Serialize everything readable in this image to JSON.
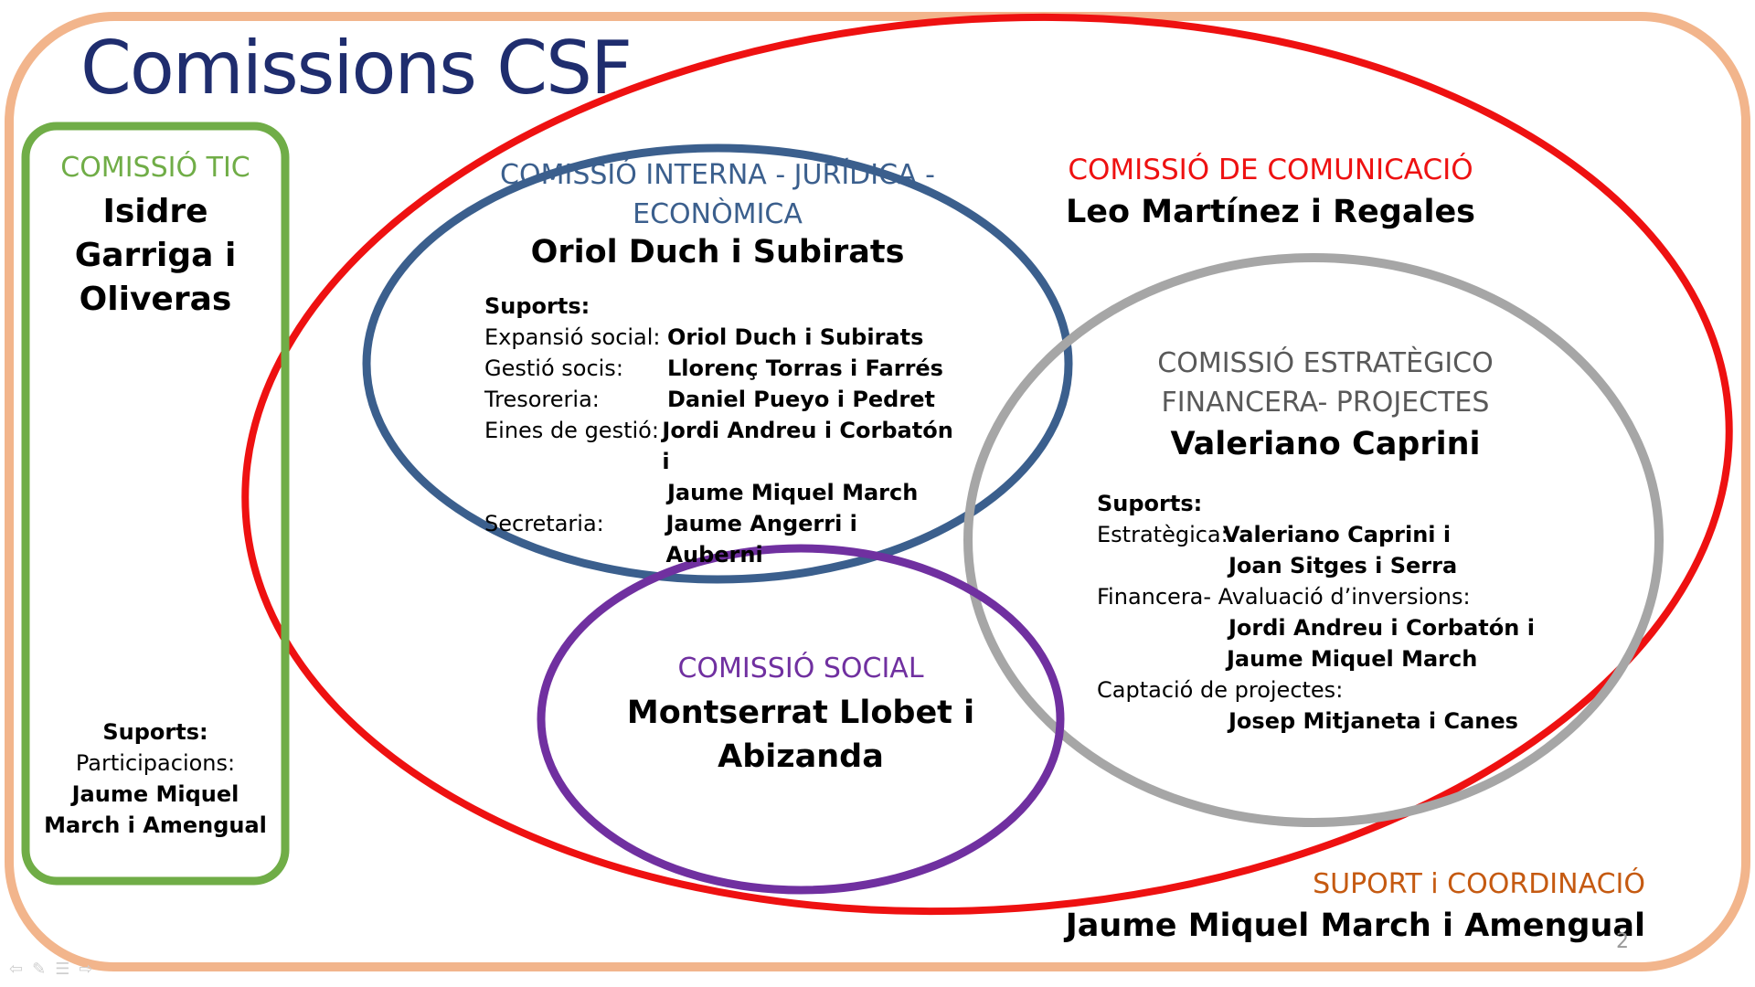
{
  "title": "Comissions CSF",
  "colors": {
    "outer": "#f2b58c",
    "red": "#ee1111",
    "blue": "#3b5f8d",
    "gray": "#a6a6a6",
    "purple": "#7030a0",
    "green": "#70ad47",
    "orange": "#c55a11"
  },
  "tic": {
    "heading": "COMISSIÓ TIC",
    "name_lines": [
      "Isidre",
      "Garriga i",
      "Oliveras"
    ],
    "supports_label": "Suports:",
    "role": "Participacions:",
    "person_lines": [
      "Jaume Miquel",
      "March i Amengual"
    ]
  },
  "interna": {
    "heading_lines": [
      "COMISSIÓ INTERNA - JURÍDICA -",
      "ECONÒMICA"
    ],
    "name": "Oriol Duch i Subirats",
    "supports_label": "Suports:",
    "rows": [
      {
        "role": "Expansió social:",
        "person": "Oriol Duch i Subirats"
      },
      {
        "role": "Gestió socis:",
        "person": "Llorenç Torras i Farrés"
      },
      {
        "role": "Tresoreria:",
        "person": "Daniel Pueyo i Pedret"
      },
      {
        "role": "Eines de gestió:",
        "person": "Jordi Andreu i Corbatón i"
      },
      {
        "role": "",
        "person": "Jaume Miquel March"
      },
      {
        "role": "Secretaria:",
        "person": "Jaume Angerri i Auberni"
      }
    ]
  },
  "comunicacio": {
    "heading": "COMISSIÓ DE COMUNICACIÓ",
    "name": "Leo Martínez i Regales"
  },
  "estrategic": {
    "heading_lines": [
      "COMISSIÓ ESTRATÈGICO",
      "FINANCERA- PROJECTES"
    ],
    "name": "Valeriano Caprini",
    "supports_label": "Suports:",
    "l1_role": "Estratègica:",
    "l1_person": "Valeriano Caprini i",
    "l2_person": "Joan Sitges i Serra",
    "l3_role": "Financera- Avaluació d’inversions:",
    "l4_person": "Jordi Andreu i Corbatón i",
    "l5_person": "Jaume Miquel March",
    "l6_role": "Captació de projectes:",
    "l7_person": "Josep Mitjaneta i Canes"
  },
  "social": {
    "heading": "COMISSIÓ SOCIAL",
    "name_lines": [
      "Montserrat Llobet i",
      "Abizanda"
    ]
  },
  "suport": {
    "heading": "SUPORT i COORDINACIÓ",
    "name": "Jaume Miquel March i Amengual"
  },
  "slide_number": "2"
}
